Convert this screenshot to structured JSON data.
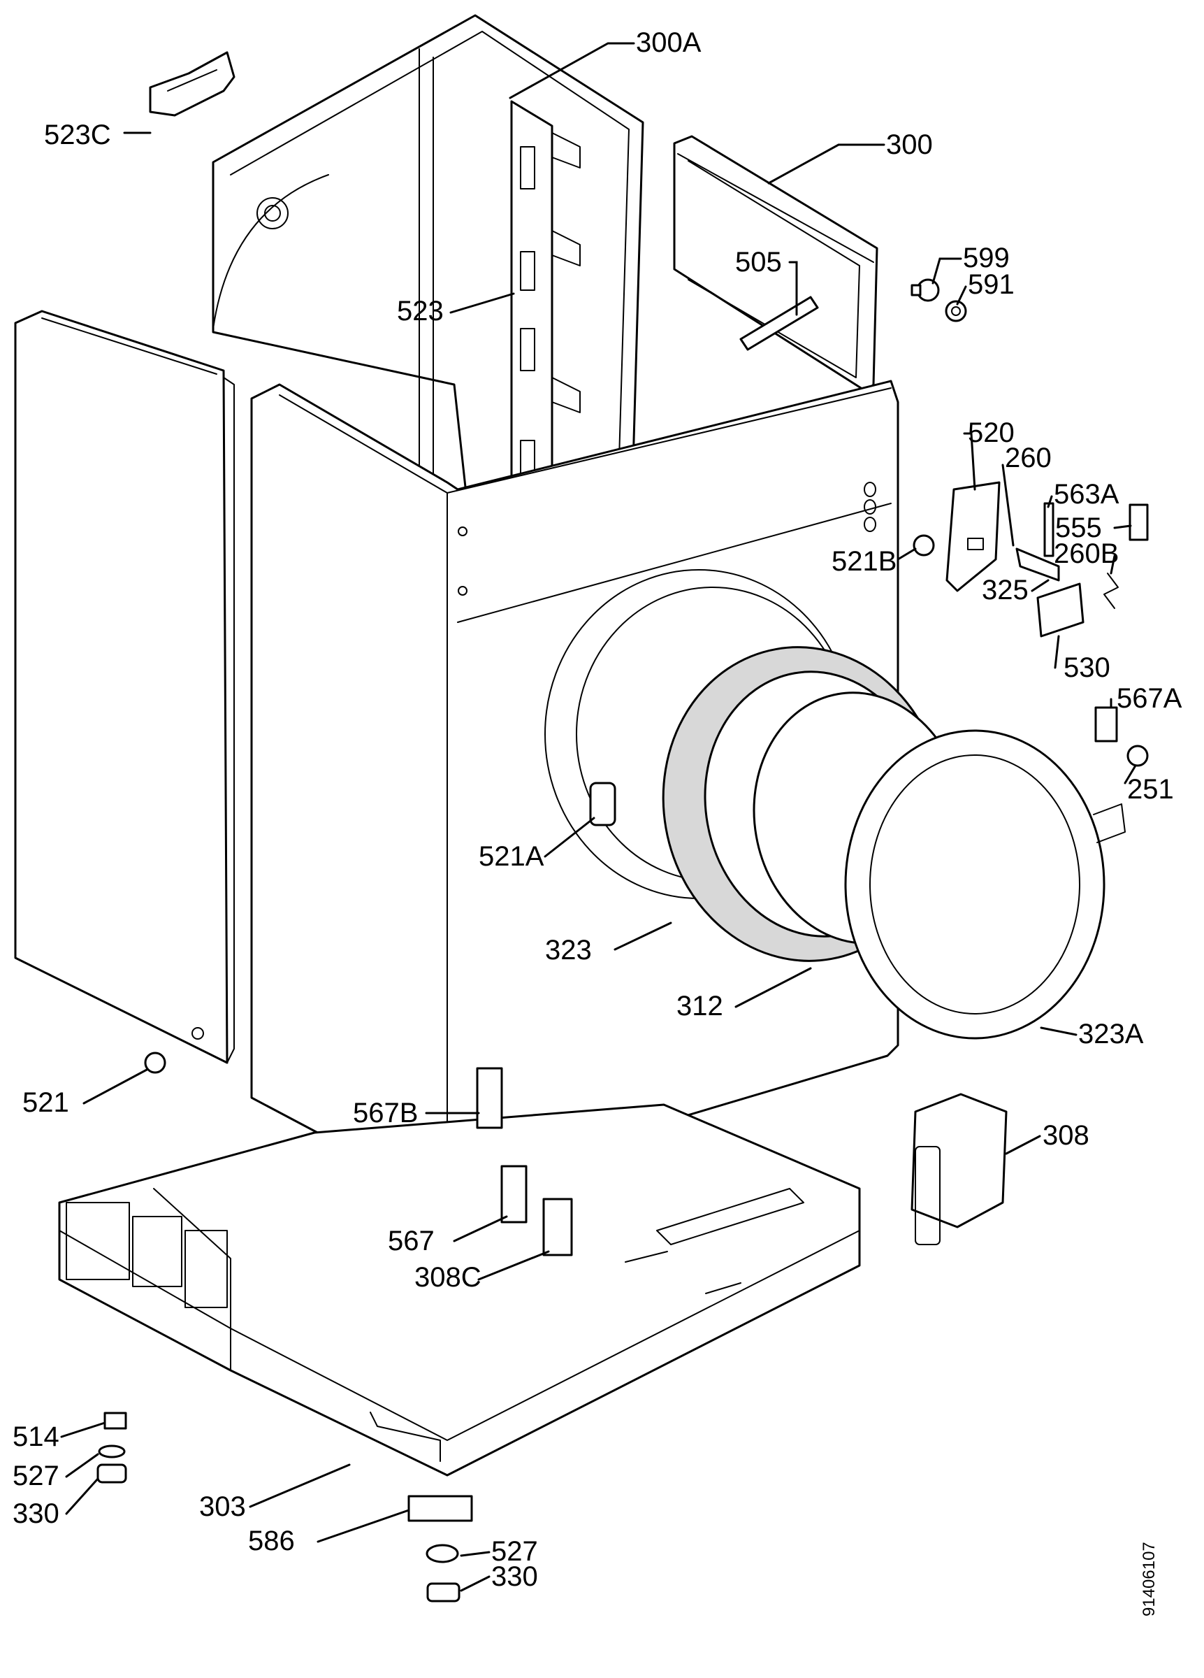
{
  "callouts": {
    "c300A": "300A",
    "c523C": "523C",
    "c300": "300",
    "c599": "599",
    "c591": "591",
    "c505": "505",
    "c523": "523",
    "c520": "520",
    "c260": "260",
    "c563A": "563A",
    "c555": "555",
    "c521B": "521B",
    "c260B": "260B",
    "c325": "325",
    "c530": "530",
    "c567A": "567A",
    "c251": "251",
    "c521A": "521A",
    "c323": "323",
    "c312": "312",
    "c323A": "323A",
    "c521": "521",
    "c567B": "567B",
    "c308": "308",
    "c567": "567",
    "c308C": "308C",
    "c514": "514",
    "c527L": "527",
    "c330L": "330",
    "c303": "303",
    "c586": "586",
    "c527": "527",
    "c330": "330"
  },
  "document_id": "91406107"
}
